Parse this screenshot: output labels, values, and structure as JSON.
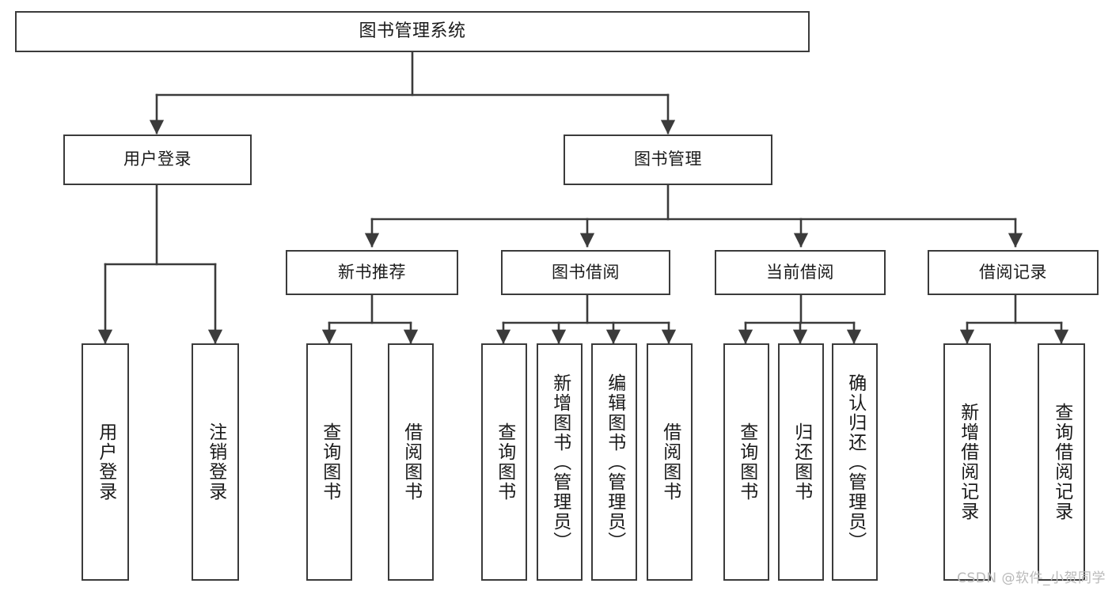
{
  "diagram": {
    "title": "图书管理系统",
    "type": "tree-hierarchy-diagram",
    "background_color": "#ffffff",
    "line_color": "#3b3b3b",
    "text_color": "#1a1a1a"
  },
  "root": {
    "label": "图书管理系统"
  },
  "level2": [
    {
      "id": "user-login",
      "label": "用户登录"
    },
    {
      "id": "book-manage",
      "label": "图书管理"
    }
  ],
  "level3": [
    {
      "id": "new-book-recommend",
      "label": "新书推荐"
    },
    {
      "id": "book-borrow",
      "label": "图书借阅"
    },
    {
      "id": "current-borrow",
      "label": "当前借阅"
    },
    {
      "id": "borrow-record",
      "label": "借阅记录"
    }
  ],
  "leaves": {
    "user_login": [
      {
        "id": "leaf-user-login",
        "label": "用户登录"
      },
      {
        "id": "leaf-logout-login",
        "label": "注销登录"
      }
    ],
    "new_book_recommend": [
      {
        "id": "leaf-query-book-1",
        "label": "查询图书"
      },
      {
        "id": "leaf-borrow-book-1",
        "label": "借阅图书"
      }
    ],
    "book_borrow": [
      {
        "id": "leaf-query-book-2",
        "label": "查询图书"
      },
      {
        "id": "leaf-add-book",
        "label": "新增图书（管理员）"
      },
      {
        "id": "leaf-edit-book",
        "label": "编辑图书（管理员）"
      },
      {
        "id": "leaf-borrow-book-2",
        "label": "借阅图书"
      }
    ],
    "current_borrow": [
      {
        "id": "leaf-query-book-3",
        "label": "查询图书"
      },
      {
        "id": "leaf-return-book",
        "label": "归还图书"
      },
      {
        "id": "leaf-confirm-return",
        "label": "确认归还（管理员）"
      }
    ],
    "borrow_record": [
      {
        "id": "leaf-add-record",
        "label": "新增借阅记录"
      },
      {
        "id": "leaf-query-record",
        "label": "查询借阅记录"
      }
    ]
  },
  "watermark": {
    "text": "CSDN @软件_小贺同学"
  }
}
